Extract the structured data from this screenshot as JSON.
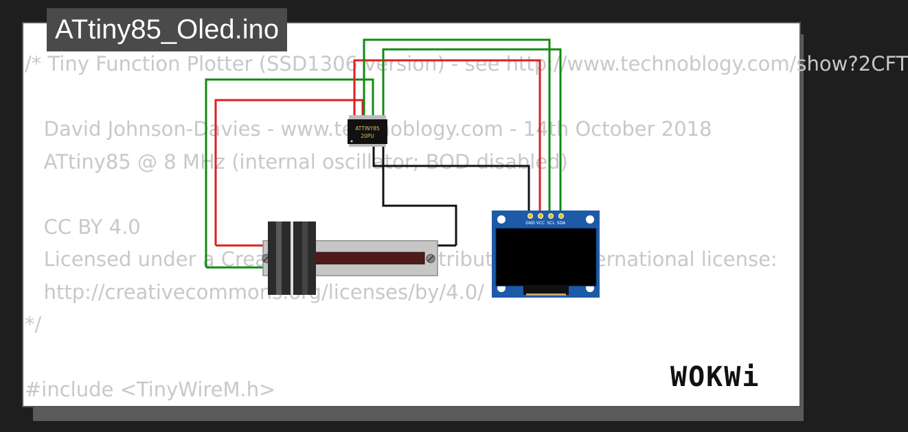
{
  "project": {
    "title": "ATtiny85_Oled.ino",
    "brand": "WOKWi"
  },
  "code": {
    "lines": [
      "/* Tiny Function Plotter (SSD1306 version) - see http://www.technoblogy.com/show?2CFT",
      "",
      "   David Johnson-Davies - www.technoblogy.com - 14th October 2018",
      "   ATtiny85 @ 8 MHz (internal oscillator; BOD disabled)",
      "",
      "   CC BY 4.0",
      "   Licensed under a Creative Commons Attribution 4.0 International license:",
      "   http://creativecommons.org/licenses/by/4.0/",
      "*/",
      "",
      "#include <TinyWireM.h>"
    ]
  },
  "chip": {
    "line1": "ATTINY85",
    "line2": "20PU"
  },
  "oled": {
    "pins": [
      "GND",
      "VCC",
      "SCL",
      "SDA"
    ]
  },
  "colors": {
    "wire_red": "#e01e1e",
    "wire_green": "#128a12",
    "wire_black": "#111111",
    "oled_board": "#1d5aa8"
  }
}
